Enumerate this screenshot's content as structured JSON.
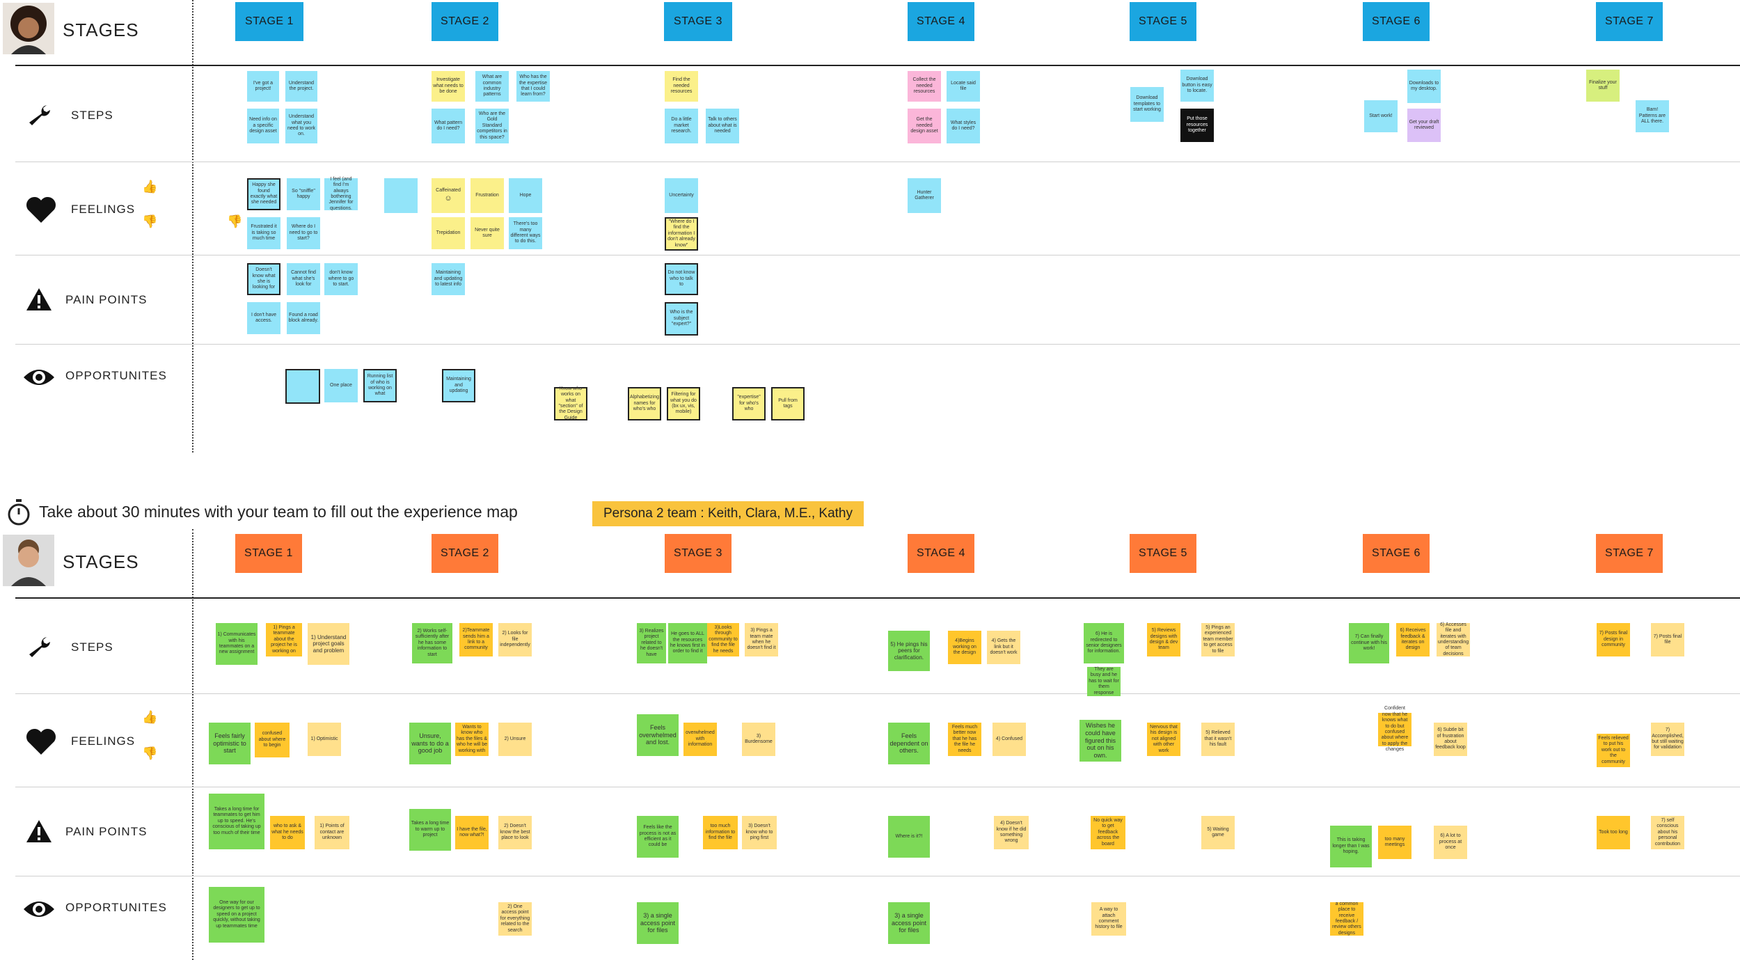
{
  "colors": {
    "stage_blue": "#1ba6e0",
    "stage_orange": "#ff7a38",
    "cyan_sticky": "#92e4f9",
    "yellow_sticky": "#fbf08a",
    "green_sticky": "#7dd957",
    "orange_sticky": "#ffc62c",
    "light_orange_sticky": "#ffe08c",
    "persona_banner": "#f9c33d"
  },
  "map1": {
    "title": "STAGES",
    "stages": [
      "STAGE 1",
      "STAGE 2",
      "STAGE 3",
      "STAGE 4",
      "STAGE 5",
      "STAGE 6",
      "STAGE 7"
    ],
    "rows": [
      "STEPS",
      "FEELINGS",
      "PAIN POINTS",
      "OPPORTUNITES"
    ],
    "stickies": {
      "s1": "I've got a project!",
      "s2": "Understand the project.",
      "s3": "Need info on a specific design asset",
      "s4": "Understand what you need to work on.",
      "s5": "Investigate what needs to be done",
      "s6": "What are common industry patterns",
      "s7": "Who has the the expertise that I could learn from?",
      "s8": "What pattern do I need?",
      "s9": "Who are the Gold Standard competitors in this space?",
      "s10": "Find the needed resources",
      "s11": "Do a little market research.",
      "s12": "Talk to others about what is needed",
      "s13": "Collect the needed resources",
      "s14": "Locate said file",
      "s15": "Get the needed design asset",
      "s16": "What styles do I need?",
      "s17": "Download templates to start working",
      "s18": "Download button is easy to locate.",
      "s19": "Put those resources together",
      "s20": "Start work!",
      "s21": "Downloads to my desktop.",
      "s22": "Get your draft reviewed",
      "s23": "Finalize your stuff",
      "s24": "Bam! Patterns are ALL there.",
      "f1": "Happy she found exactly what she needed",
      "f2": "So \"sniffle\" happy",
      "f3": "I feel (and find I'm always bothering Jennifer for questions.",
      "f4": "Frustrated it is taking so much time",
      "f5": "Where do I need to go to start?",
      "f6": "Caffeinated",
      "f7": "Frustration",
      "f8": "Hope",
      "f9": "Trepidation",
      "f10": "Never quite sure",
      "f11": "There's too many different ways to do this.",
      "f12": "Uncertainty",
      "f13": "\"Where do I find the information I don't already know\"",
      "f14": "Hunter Gatherer",
      "p1": "Doesn't know what she is looking for",
      "p2": "Cannot find what she's look for",
      "p3": "don't know where to go to start.",
      "p4": "I don't have access.",
      "p5": "Found a road block already.",
      "p6": "Maintaining and updating to latest info",
      "p7": "Do not know who to talk to",
      "p8": "Who is the subject \"expert?\"",
      "o1": "One place",
      "o2": "Running list of who is working on what",
      "o3": "Maintaining and updating",
      "o4": "Know who works on what \"section\" of the Design Guide",
      "o5": "Alphabetizing names for who's who",
      "o6": "Filtering for what you do (bx ux, vis, mobile)",
      "o7": "\"expertise\" for who's who",
      "o8": "Pull from tags"
    }
  },
  "instruction": "Take about 30 minutes with your team to fill out the experience map",
  "persona_label": "Persona 2 team : Keith, Clara, M.E., Kathy",
  "map2": {
    "title": "STAGES",
    "stages": [
      "STAGE 1",
      "STAGE 2",
      "STAGE 3",
      "STAGE 4",
      "STAGE 5",
      "STAGE 6",
      "STAGE 7"
    ],
    "rows": [
      "STEPS",
      "FEELINGS",
      "PAIN POINTS",
      "OPPORTUNITES"
    ],
    "stickies": {
      "s1": "1) Communicates with his teammates on a new assignment",
      "s2": "1) Pings a teammate about the project he is working on",
      "s3": "1) Understand project goals and problem",
      "s4": "2) Works self-sufficiently after he has some information to start",
      "s5": "2)Teammate sends him a link to a community",
      "s6": "2) Looks for file independently",
      "s7": "3) Realizes project related to he doesn't have",
      "s8": "He goes to ALL the resources he knows first in order to find it",
      "s9": "3)Looks through community to find the file he needs",
      "s10": "3) Pings a team mate when he doesn't find it",
      "s11": "5) He pings his peers for clarification.",
      "s12": "4)Begins working on the design",
      "s13": "4) Gets the link but it doesn't work",
      "s14": "6) He is redirected to senior designers for information.",
      "s15": "They are busy and he has to wait for them response",
      "s16": "5) Reviews designs with design & dev team",
      "s17": "5) Pings an experienced team member to get access to file",
      "s18": "7) Can finally continue with his work!",
      "s19": "6) Receives feedback & iterates on design",
      "s20": "6) Accesses file and iterates with understanding of team decisions",
      "s21": "7) Posts final design in community",
      "s22": "7) Posts final file",
      "f1": "Feels fairly optimistic to start",
      "f2": "confused about where to begin",
      "f3": "1) Optimistic",
      "f4": "Unsure, wants to do a good job",
      "f5": "Wants to know who has the files & who he will be working with",
      "f6": "2) Unsure",
      "f7": "Feels overwhelmed and lost.",
      "f8": "overwhelmed with information",
      "f9": "3) Burdensome",
      "f10": "Feels dependent on others.",
      "f11": "Feels much better now that he has the file he needs",
      "f12": "4) Confused",
      "f13": "Wishes he could have figured this out on his own.",
      "f14": "Nervous that his design is not aligned with other work",
      "f15": "5) Relieved that it wasn't his fault",
      "f16": "Confident now that he knows what to do but confused about where to apply the changes",
      "f17": "6) Subtle bit of frustration about feedback loop",
      "f18": "Feels relieved to put his work out to the community",
      "f19": "7) Accomplished, but still waiting for validation",
      "p1": "Takes a long time for teammates to get him up to speed. He's conscious of taking up too much of their time",
      "p2": "who to ask & what he needs to do",
      "p3": "1) Points of contact are unknown",
      "p4": "Takes a long time to warm up to project",
      "p5": "I have the file, now what?!",
      "p6": "2) Doesn't know the best place to look",
      "p7": "Feels like the process is not as efficient as it could be",
      "p8": "too much information to find the file",
      "p9": "3) Doesn't know who to ping first",
      "p10": "Where is it?!",
      "p11": "4) Doesn't know if he did something wrong",
      "p12": "No quick way to get feedback across the board",
      "p13": "5) Waiting game",
      "p14": "This is taking longer than I was hoping.",
      "p15": "too many meetings",
      "p16": "6) A lot to process at once",
      "p17": "Took too long",
      "p18": "7) self conscious about his personal contribution",
      "o1": "One way for our designers to get up to speed on a project quickly, without taking up teammates time",
      "o2": "2) One access point for everything related to the search",
      "o3": "3) a single access point for files",
      "o4": "3) a single access point for files",
      "o5": "A way to attach comment history to file",
      "o6": "a common place to receive feedback / review others designs"
    }
  }
}
